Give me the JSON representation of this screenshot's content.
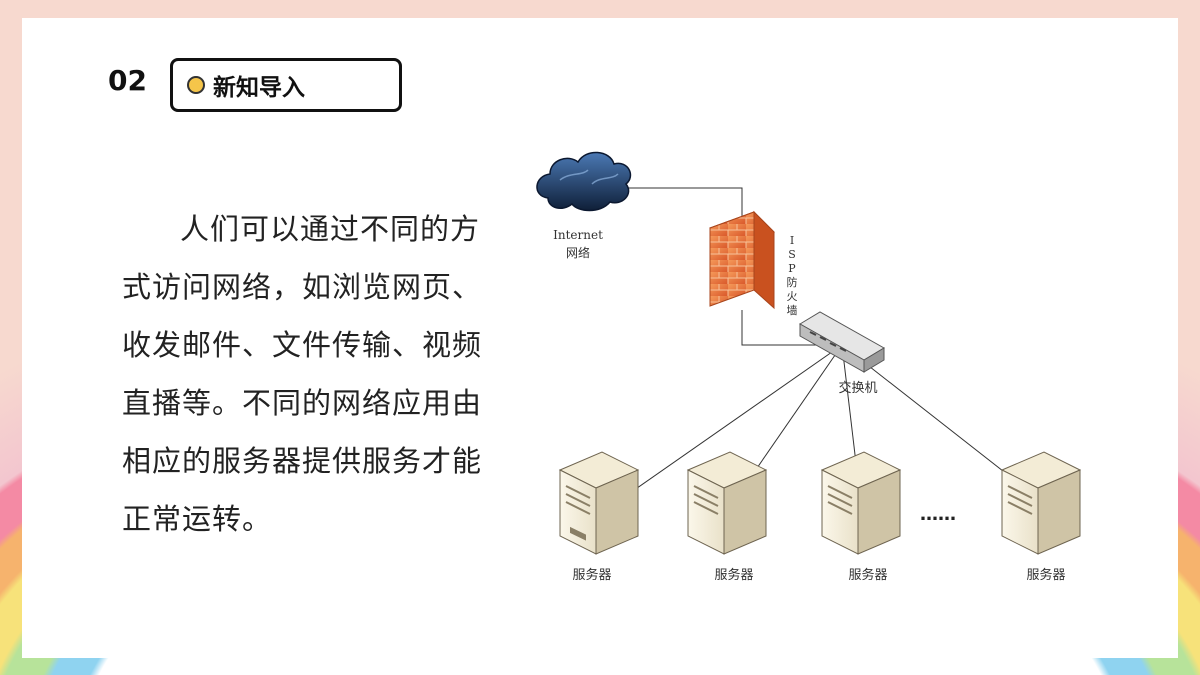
{
  "slide": {
    "section_number": "02",
    "title": "新知导入",
    "paragraph": "人们可以通过不同的方式访问网络，如浏览网页、收发邮件、文件传输、视频直播等。不同的网络应用由相应的服务器提供服务才能正常运转。"
  },
  "diagram": {
    "internet_label_en": "Internet",
    "internet_label_cn": "网络",
    "firewall_label": [
      "I",
      "S",
      "P",
      "防",
      "火",
      "墙"
    ],
    "switch_label": "交换机",
    "server_label": "服务器",
    "ellipsis": "……"
  },
  "colors": {
    "accent_dot": "#f5c54a",
    "firewall": "#e9733a",
    "cloud": "#1f3f6e"
  }
}
